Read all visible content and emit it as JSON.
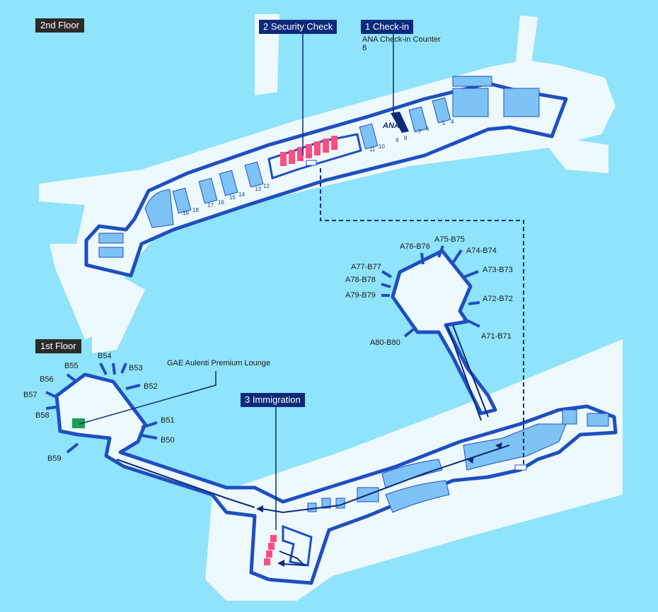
{
  "floors": {
    "second": "2nd Floor",
    "first": "1st Floor"
  },
  "steps": {
    "checkin": "1 Check-in",
    "security": "2 Security Check",
    "immigration": "3 Immigration"
  },
  "notes": {
    "checkin_counter_line1": "ANA Check-in Counter",
    "checkin_counter_line2": "8",
    "lounge": "GAE Aulenti Premium Lounge"
  },
  "logo_text": "ANA",
  "gates_a_b": [
    "A75-B75",
    "A76-B76",
    "A74-B74",
    "A77-B77",
    "A73-B73",
    "A78-B78",
    "A79-B79",
    "A72-B72",
    "A71-B71",
    "A80-B80"
  ],
  "gates_b": [
    "B54",
    "B55",
    "B53",
    "B56",
    "B52",
    "B57",
    "B58",
    "B51",
    "B50",
    "B59"
  ],
  "counter_numbers": [
    "4",
    "5",
    "6",
    "7",
    "8",
    "9",
    "10",
    "11",
    "12",
    "13",
    "14",
    "15",
    "16",
    "17",
    "18",
    "19"
  ],
  "colors": {
    "background": "#8fe3fb",
    "floor_area": "#eef9fe",
    "wall": "#1e4fc0",
    "block": "#7ec3f5",
    "security_lanes": "#ff4d80",
    "lounge": "#1aa050",
    "route_line": "#0c2a7a"
  }
}
